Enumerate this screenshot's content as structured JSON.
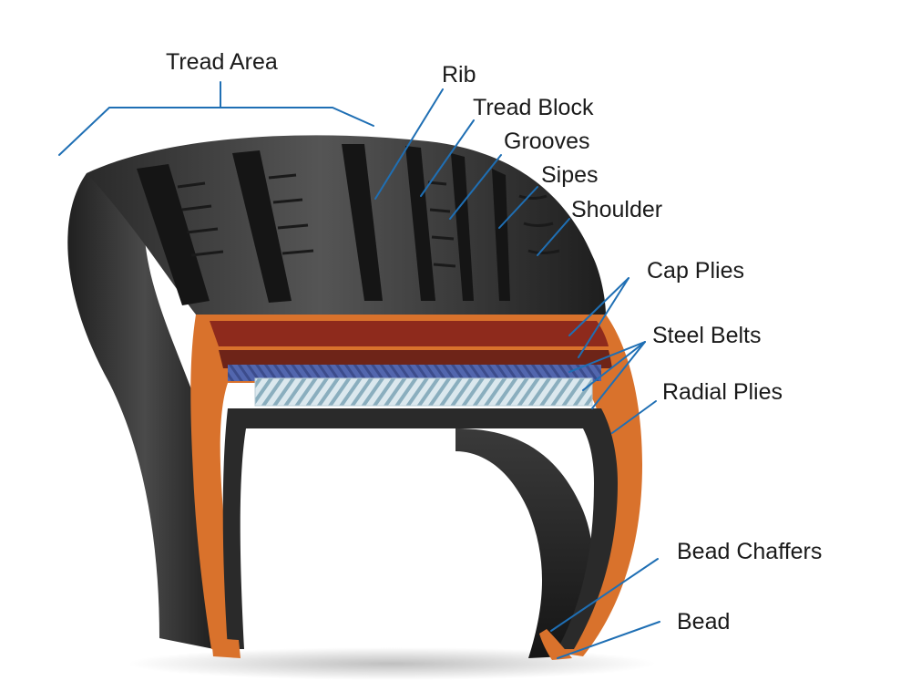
{
  "labels": {
    "tread_area": "Tread Area",
    "rib": "Rib",
    "tread_block": "Tread Block",
    "grooves": "Grooves",
    "sipes": "Sipes",
    "shoulder": "Shoulder",
    "cap_plies": "Cap Plies",
    "steel_belts": "Steel Belts",
    "radial_plies": "Radial Plies",
    "bead_chaffers": "Bead Chaffers",
    "bead": "Bead"
  },
  "colors": {
    "leader_line": "#1f6fb4",
    "rubber_dark": "#1c1c1c",
    "rubber_mid": "#3a3a3a",
    "rubber_light": "#5a5a5a",
    "casing_orange": "#d9722c",
    "cap_ply_red": "#8e2a1c",
    "steel_belt_blue": "#4a5fa8",
    "radial_ply_light": "#c8dce6"
  }
}
